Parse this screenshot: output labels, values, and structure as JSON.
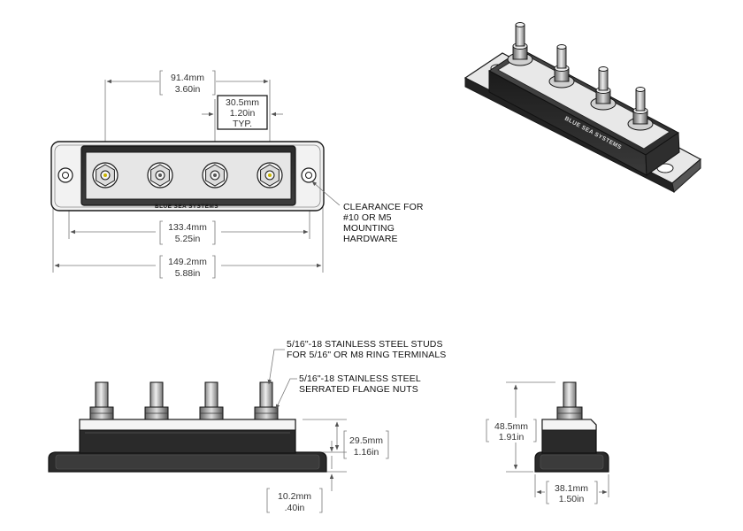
{
  "brand": "BLUE SEA SYSTEMS",
  "top_view": {
    "dim_center_span": {
      "mm": "91.4mm",
      "in": "3.60in"
    },
    "dim_stud_pitch": {
      "mm": "30.5mm",
      "in": "1.20in",
      "note": "TYP."
    },
    "dim_base_length": {
      "mm": "133.4mm",
      "in": "5.25in"
    },
    "dim_overall_length": {
      "mm": "149.2mm",
      "in": "5.88in"
    },
    "clearance_note": [
      "CLEARANCE FOR",
      "#10 OR M5",
      "MOUNTING",
      "HARDWARE"
    ]
  },
  "front_view": {
    "stud_note": [
      "5/16\"-18 STAINLESS STEEL STUDS",
      "FOR 5/16\" OR M8 RING TERMINALS"
    ],
    "nut_note": [
      "5/16\"-18 STAINLESS STEEL",
      "SERRATED FLANGE NUTS"
    ],
    "dim_housing_height": {
      "mm": "29.5mm",
      "in": "1.16in"
    },
    "dim_base_height": {
      "mm": "10.2mm",
      "in": ".40in"
    }
  },
  "side_view": {
    "dim_overall_height": {
      "mm": "48.5mm",
      "in": "1.91in"
    },
    "dim_width": {
      "mm": "38.1mm",
      "in": "1.50in"
    }
  }
}
